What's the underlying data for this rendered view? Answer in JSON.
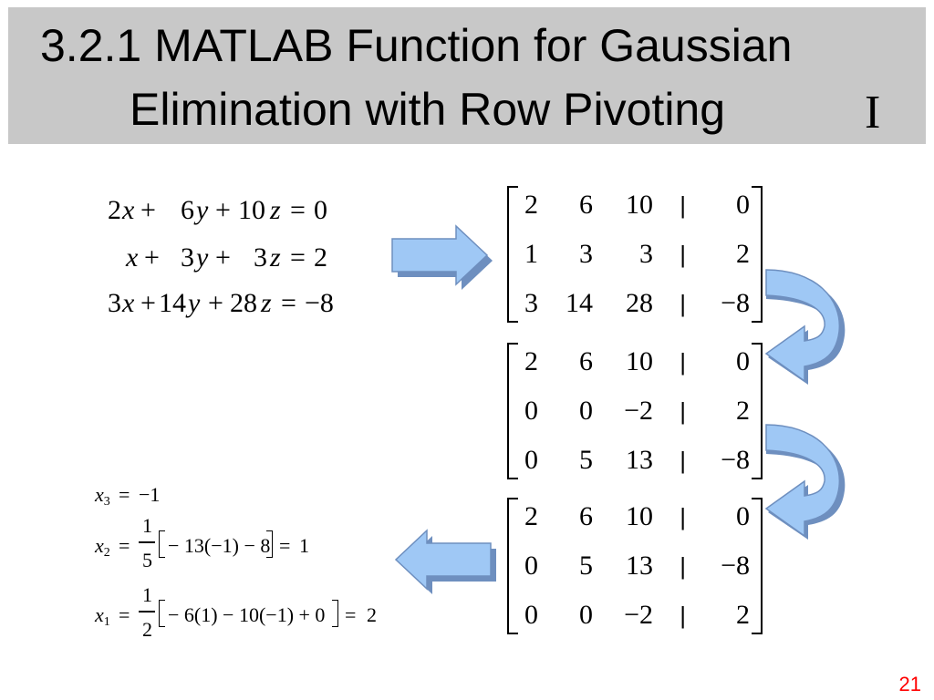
{
  "slide": {
    "title_line1": "3.2.1 MATLAB Function for Gaussian",
    "title_line2": "Elimination with Row Pivoting",
    "cursor_glyph": "I",
    "page_number": "21"
  },
  "colors": {
    "title_bg": "#c8c8c8",
    "arrow_fill": "#9fc8f5",
    "arrow_dark": "#6e8fbf",
    "page_number": "#ff0000"
  },
  "equations": [
    [
      "2",
      "x",
      "+",
      "6",
      "y",
      "+",
      "10",
      "z",
      "=",
      "0"
    ],
    [
      "",
      "x",
      "+",
      "3",
      "y",
      "+",
      "3",
      "z",
      "=",
      "2"
    ],
    [
      "3",
      "x",
      "+",
      "14",
      "y",
      "+",
      "28",
      "z",
      "=",
      "−8"
    ]
  ],
  "matrices": [
    {
      "rows": [
        [
          "2",
          "6",
          "10",
          "|",
          "0"
        ],
        [
          "1",
          "3",
          "3",
          "|",
          "2"
        ],
        [
          "3",
          "14",
          "28",
          "|",
          "−8"
        ]
      ]
    },
    {
      "rows": [
        [
          "2",
          "6",
          "10",
          "|",
          "0"
        ],
        [
          "0",
          "0",
          "−2",
          "|",
          "2"
        ],
        [
          "0",
          "5",
          "13",
          "|",
          "−8"
        ]
      ]
    },
    {
      "rows": [
        [
          "2",
          "6",
          "10",
          "|",
          "0"
        ],
        [
          "0",
          "5",
          "13",
          "|",
          "−8"
        ],
        [
          "0",
          "0",
          "−2",
          "|",
          "2"
        ]
      ]
    }
  ],
  "back_substitution": {
    "x3": {
      "var": "x",
      "sub": "3",
      "eq": "=",
      "val": "−1"
    },
    "x2": {
      "var": "x",
      "sub": "2",
      "eq": "=",
      "num": "1",
      "den": "5",
      "inner": "− 13(−1) − 8",
      "eq2": "=",
      "result": "1"
    },
    "x1": {
      "var": "x",
      "sub": "1",
      "eq": "=",
      "num": "1",
      "den": "2",
      "inner": "− 6(1) − 10(−1) + 0",
      "eq2": "=",
      "result": "2"
    }
  }
}
